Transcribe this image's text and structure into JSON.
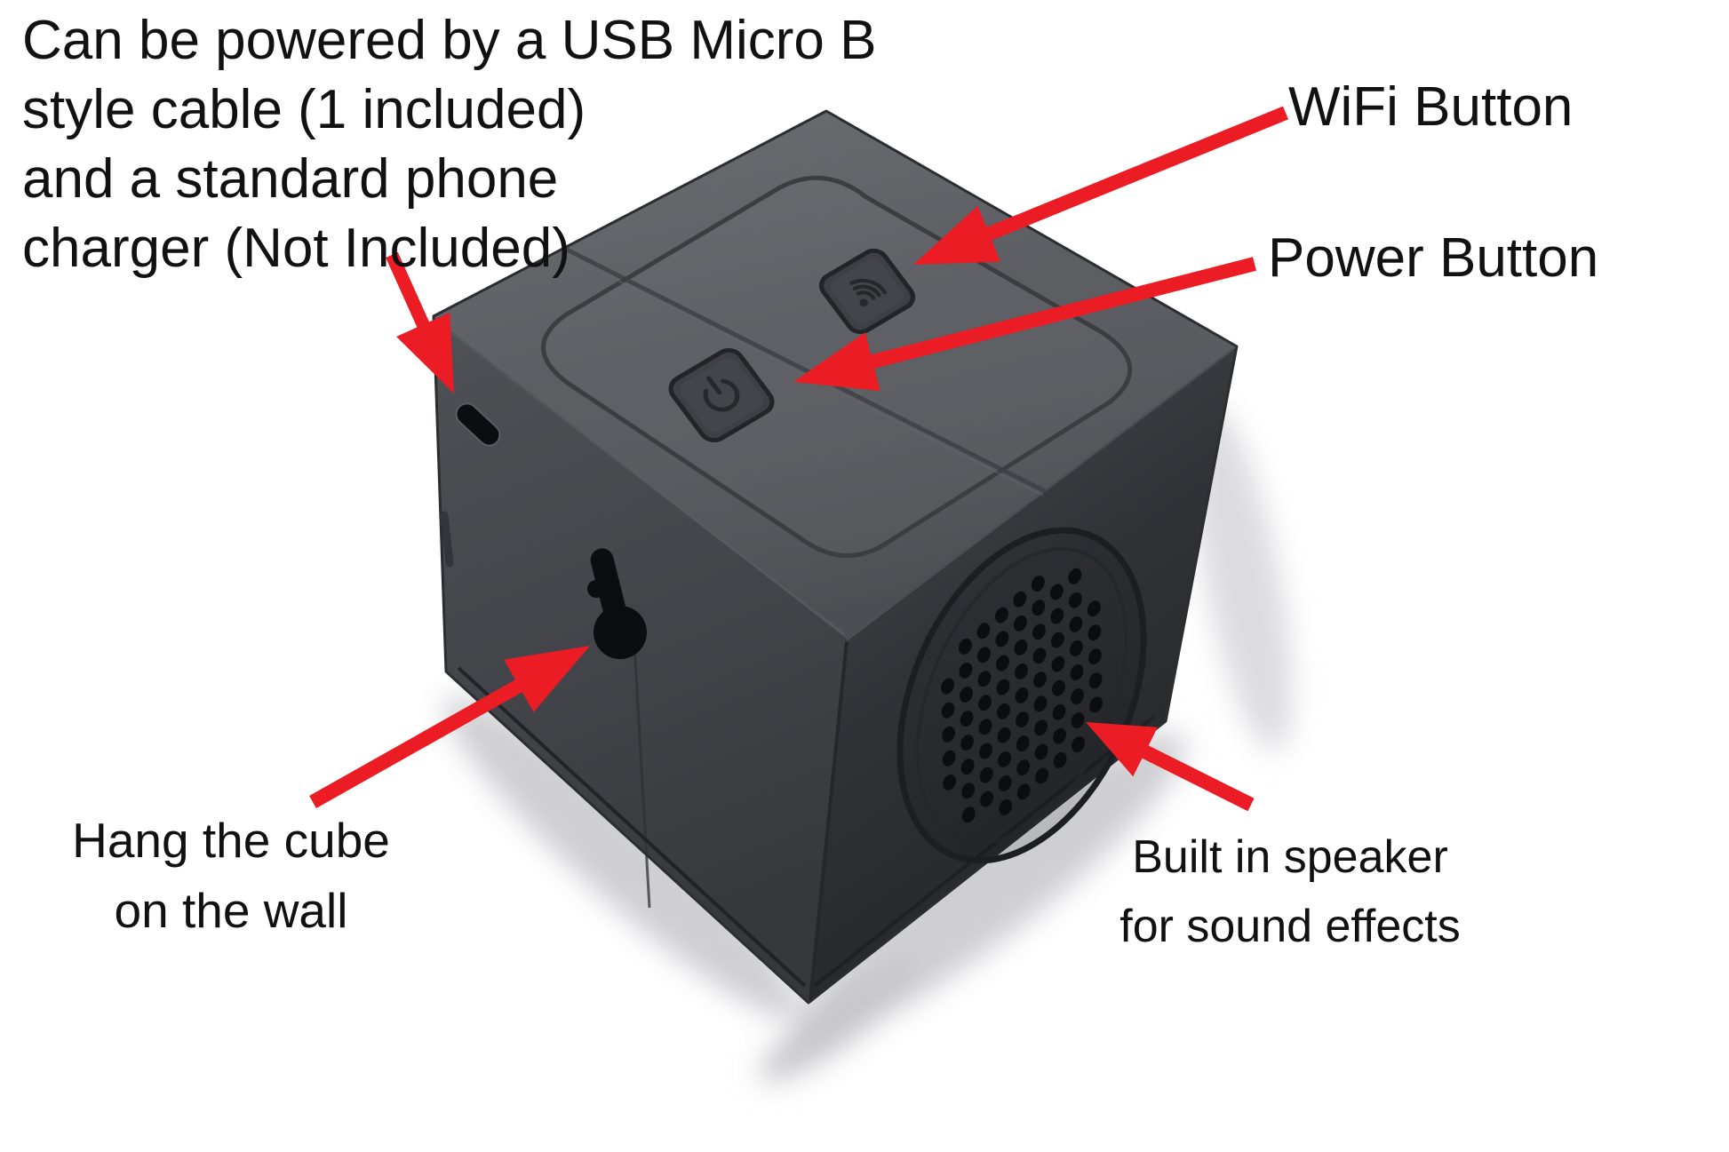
{
  "page": {
    "background": "#ffffff"
  },
  "style": {
    "annotation_red": "#ec1c24",
    "text_color": "#111111",
    "cube": {
      "top_face": "#55575c",
      "left_face": "#46484d",
      "right_face": "#37393e",
      "cutout": "#0c0d10",
      "engraving": "#26272b"
    }
  },
  "callouts": {
    "usb_note": {
      "lines": [
        "Can be powered by a USB Micro B",
        "style cable (1 included)",
        "and a standard phone",
        "charger (Not Included)"
      ]
    },
    "wifi_button": {
      "label": "WiFi Button"
    },
    "power_button": {
      "label": "Power Button"
    },
    "wall_mount": {
      "lines": [
        "Hang the cube",
        "on the wall"
      ]
    },
    "speaker": {
      "lines": [
        "Built in speaker",
        "for sound effects"
      ]
    }
  },
  "device": {
    "parts": {
      "usb_port": "usb-micro-b-port",
      "wifi_button": "wifi-button",
      "power_button": "power-button",
      "keyhole": "keyhole-wall-mount",
      "speaker": "speaker-grille"
    }
  }
}
